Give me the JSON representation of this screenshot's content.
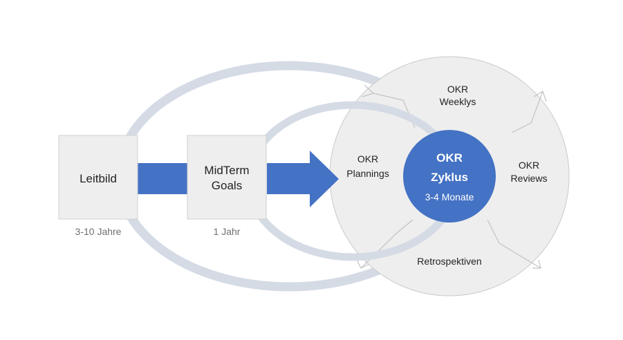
{
  "colors": {
    "accent_blue": "#4472c4",
    "loop_gray": "#d5dbe5",
    "box_fill": "#eeeeee",
    "wheel_fill": "#eeeeee",
    "wheel_stroke": "#c9c9c9",
    "caption_gray": "#6f6f6f"
  },
  "boxes": {
    "leitbild": {
      "label": "Leitbild",
      "caption": "3-10 Jahre"
    },
    "midterm": {
      "label_line1": "MidTerm",
      "label_line2": "Goals",
      "caption": "1 Jahr"
    }
  },
  "cycle": {
    "core": {
      "title_line1": "OKR",
      "title_line2": "Zyklus",
      "subtitle": "3-4 Monate"
    },
    "phases": {
      "weeklys": {
        "line1": "OKR",
        "line2": "Weeklys"
      },
      "reviews": {
        "line1": "OKR",
        "line2": "Reviews"
      },
      "retro": {
        "line1": "Retrospektiven"
      },
      "plannings": {
        "line1": "OKR",
        "line2": "Plannings"
      }
    }
  },
  "icons": {
    "flow_arrow": "arrow-right",
    "cycle_arrows": "clockwise-arrow"
  }
}
